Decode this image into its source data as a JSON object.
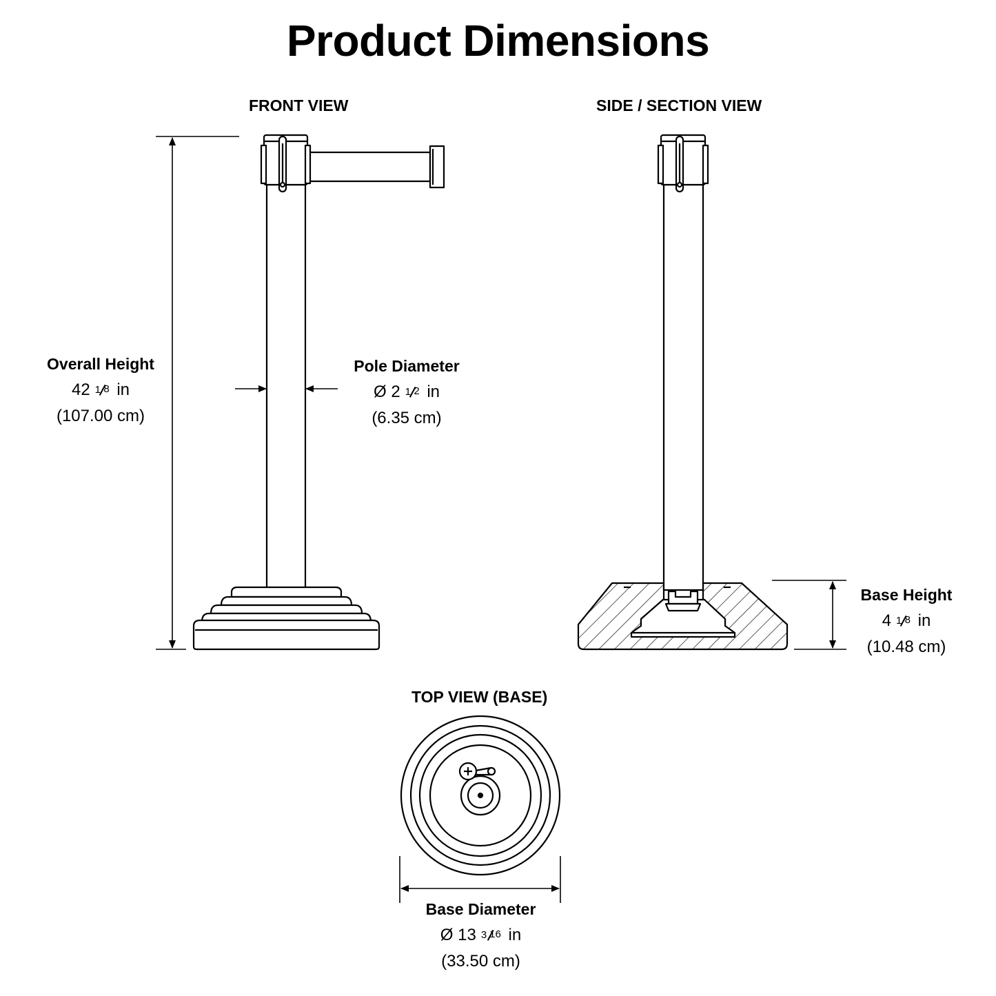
{
  "title": "Product Dimensions",
  "views": {
    "front": "FRONT VIEW",
    "side": "SIDE / SECTION VIEW",
    "top": "TOP VIEW (BASE)"
  },
  "dimensions": {
    "overall_height": {
      "label": "Overall Height",
      "whole": "42",
      "num": "1",
      "den": "8",
      "unit": "in",
      "metric": "(107.00 cm)"
    },
    "pole_diameter": {
      "label": "Pole Diameter",
      "symbol": "Ø",
      "whole": "2",
      "num": "1",
      "den": "2",
      "unit": "in",
      "metric": "(6.35 cm)"
    },
    "base_height": {
      "label": "Base Height",
      "whole": "4",
      "num": "1",
      "den": "8",
      "unit": "in",
      "metric": "(10.48 cm)"
    },
    "base_diameter": {
      "label": "Base Diameter",
      "symbol": "Ø",
      "whole": "13",
      "num": "3",
      "den": "16",
      "unit": "in",
      "metric": "(33.50 cm)"
    }
  },
  "colors": {
    "line": "#000000",
    "background": "#ffffff"
  }
}
